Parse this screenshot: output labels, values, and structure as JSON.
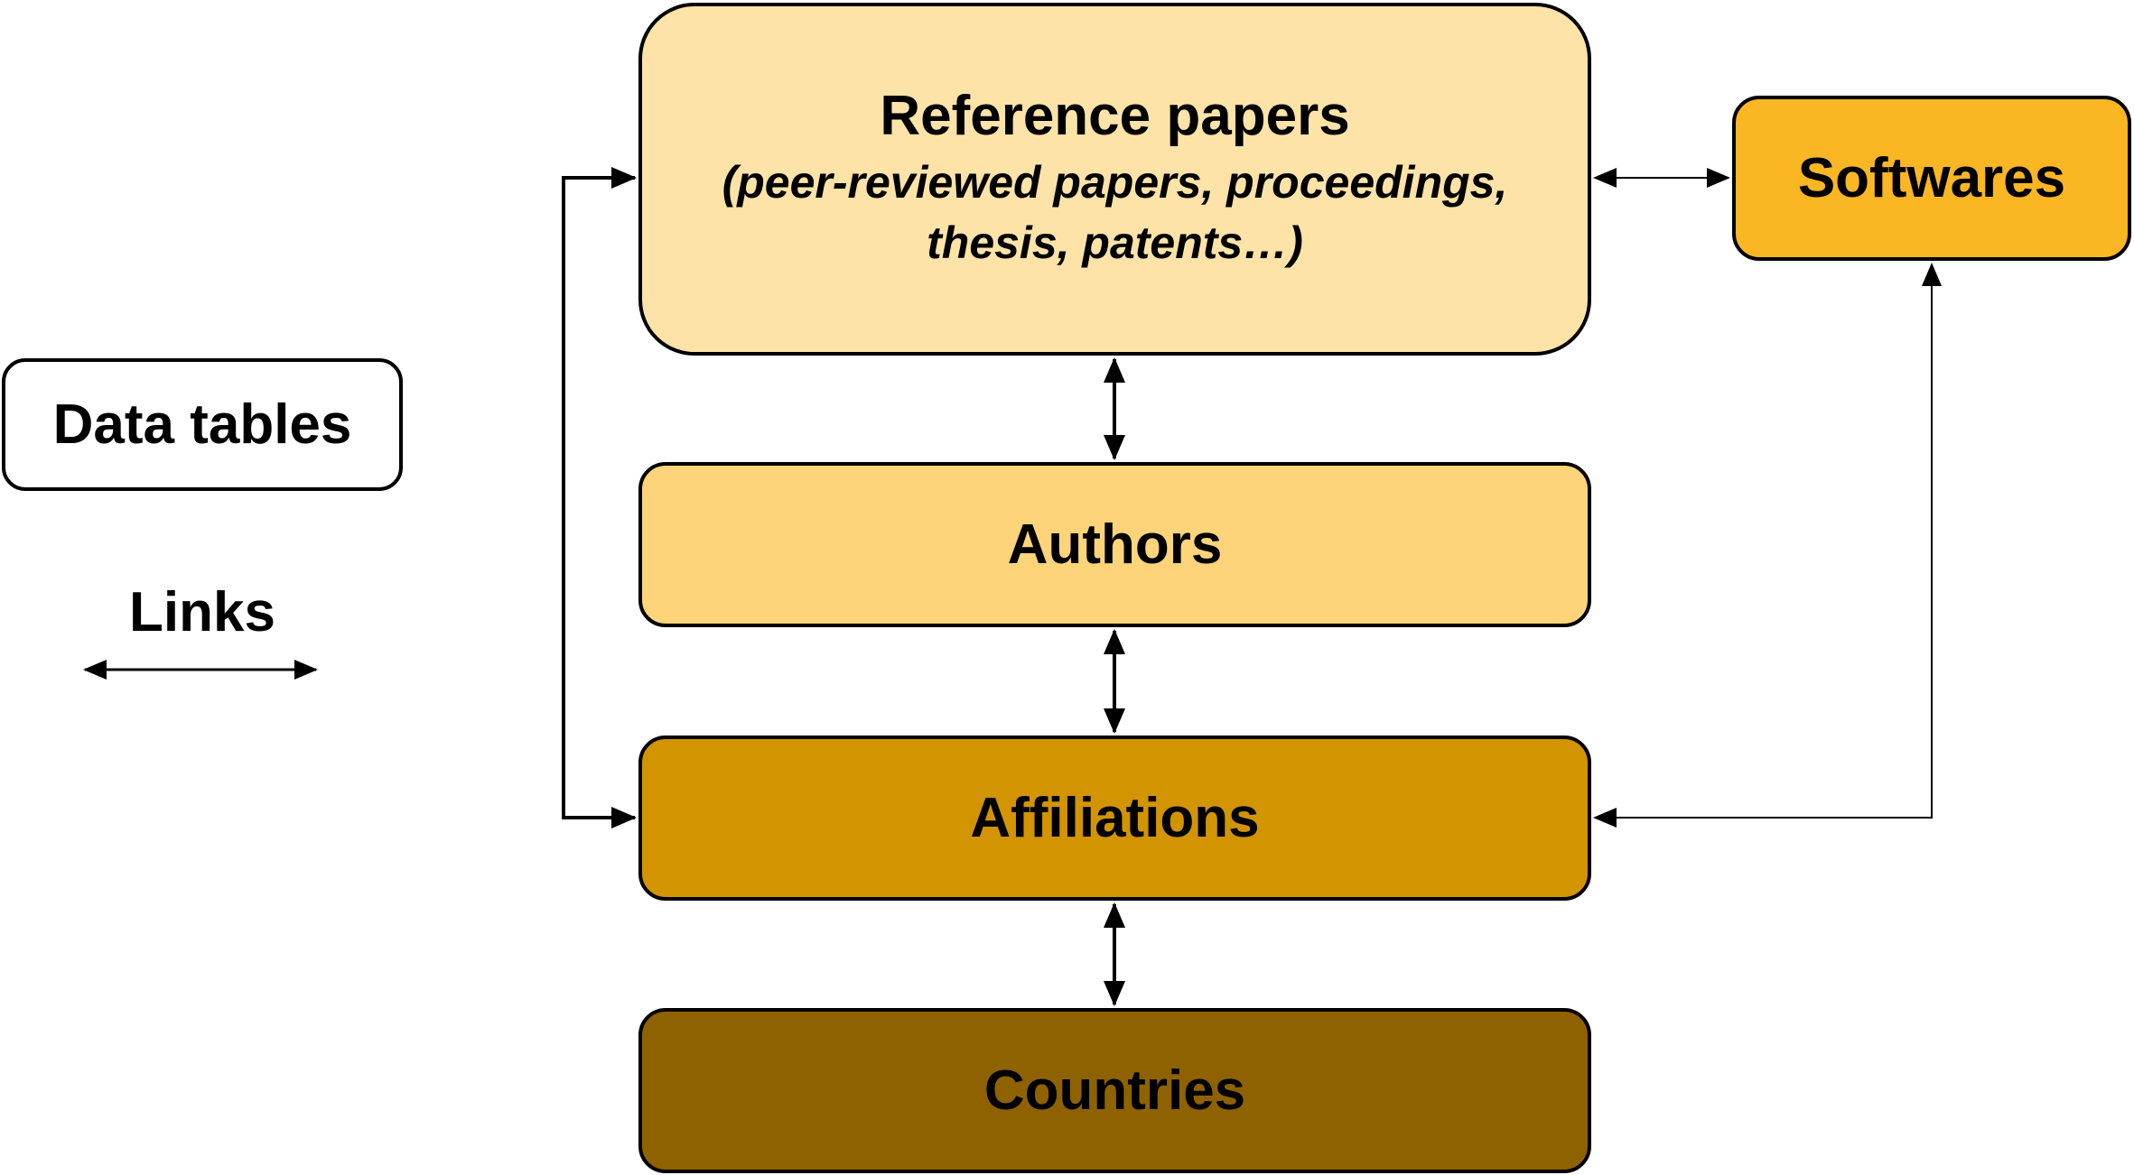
{
  "nodes": {
    "reference_papers": {
      "title": "Reference papers",
      "subtitle_line1": "(peer-reviewed papers, proceedings,",
      "subtitle_line2": "thesis, patents…)",
      "color": "#FDE3A8"
    },
    "softwares": {
      "title": "Softwares",
      "color": "#FBB623"
    },
    "authors": {
      "title": "Authors",
      "color": "#FDD47A"
    },
    "affiliations": {
      "title": "Affiliations",
      "color": "#D29400"
    },
    "countries": {
      "title": "Countries",
      "color": "#8F6200"
    }
  },
  "legend": {
    "data_tables_label": "Data tables",
    "links_label": "Links"
  },
  "edges": [
    {
      "from": "Reference papers",
      "to": "Authors",
      "type": "bidirectional"
    },
    {
      "from": "Authors",
      "to": "Affiliations",
      "type": "bidirectional"
    },
    {
      "from": "Affiliations",
      "to": "Countries",
      "type": "bidirectional"
    },
    {
      "from": "Reference papers",
      "to": "Affiliations",
      "type": "bidirectional"
    },
    {
      "from": "Reference papers",
      "to": "Softwares",
      "type": "bidirectional"
    },
    {
      "from": "Softwares",
      "to": "Affiliations",
      "type": "bidirectional"
    }
  ]
}
